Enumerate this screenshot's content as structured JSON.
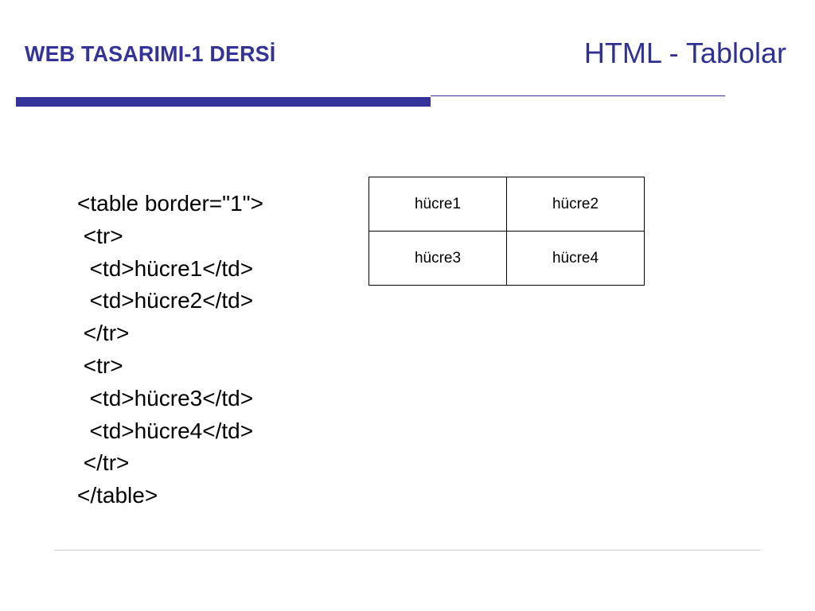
{
  "header": {
    "course_title": "WEB TASARIMI-1 DERSİ",
    "slide_title": "HTML - Tablolar"
  },
  "code_lines": [
    "<table border=\"1\">",
    " <tr>",
    "  <td>hücre1</td>",
    "  <td>hücre2</td>",
    " </tr>",
    " <tr>",
    "  <td>hücre3</td>",
    "  <td>hücre4</td>",
    " </tr>",
    "</table>"
  ],
  "example_table": {
    "rows": [
      [
        "hücre1",
        "hücre2"
      ],
      [
        "hücre3",
        "hücre4"
      ]
    ]
  },
  "colors": {
    "course_title": "#333399",
    "slide_title": "#2e3192",
    "accent_bar": "#333399",
    "thin_rule": "#333399",
    "footer_rule": "#cccccc"
  }
}
